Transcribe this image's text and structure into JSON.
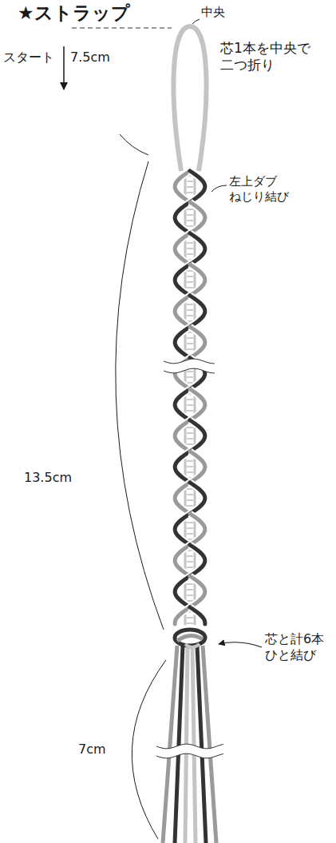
{
  "diagram": {
    "title": "★ストラップ",
    "labels": [
      "中央",
      "スタート",
      "7.5cm",
      "芯1本を中央で 二つ折り",
      "左上ダブ ねじり結び",
      "13.5cm",
      "芯と計6本 ひと結び",
      "7cm"
    ]
  }
}
